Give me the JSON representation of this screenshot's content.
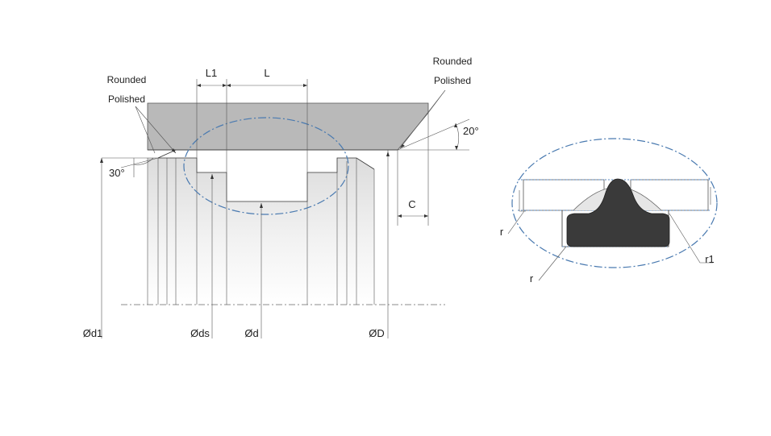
{
  "labels": {
    "rounded_left": "Rounded",
    "polished_left": "Polished",
    "rounded_right": "Rounded",
    "polished_right": "Polished",
    "l1": "L1",
    "l": "L",
    "angle_30": "30°",
    "angle_20": "20°",
    "c": "C",
    "d1": "Ød1",
    "ds": "Øds",
    "d": "Ød",
    "D": "ØD",
    "r_top": "r",
    "r_bottom": "r",
    "r1": "r1"
  },
  "colors": {
    "rod": "#b9b9b9",
    "rod_edge": "#555555",
    "seal": "#3a3a3a",
    "ellipse": "#4a7ab0"
  }
}
